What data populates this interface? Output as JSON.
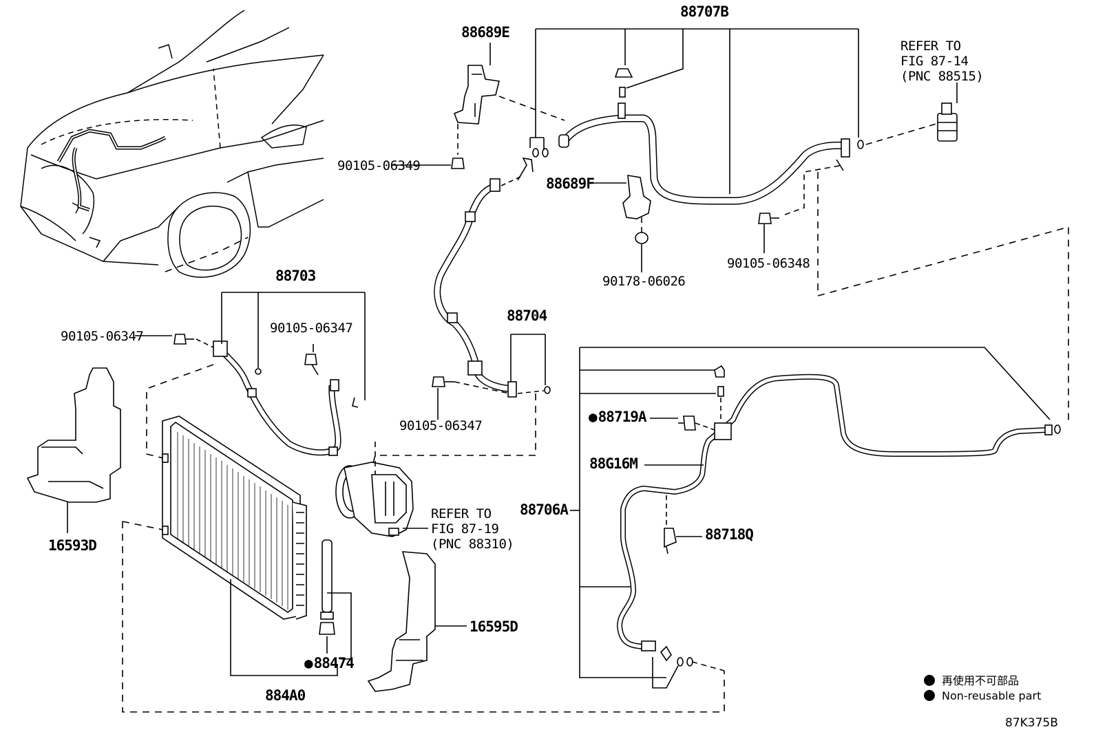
{
  "diagram_code": "87K375B",
  "parts": {
    "p88707B": "88707B",
    "p88689E": "88689E",
    "p90105_06349": "90105-06349",
    "p88689F": "88689F",
    "p90178_06026": "90178-06026",
    "p90105_06348": "90105-06348",
    "p88703": "88703",
    "p90105_06347_a": "90105-06347",
    "p90105_06347_b": "90105-06347",
    "p88704": "88704",
    "p90105_06347_c": "90105-06347",
    "p16593D": "16593D",
    "p16595D": "16595D",
    "p884A0": "884A0",
    "p88474": "88474",
    "p88719A": "88719A",
    "p88G16M": "88G16M",
    "p88706A": "88706A",
    "p88718Q": "88718Q"
  },
  "references": {
    "ref1": [
      "REFER TO",
      "FIG 87-14",
      "(PNC 88515)"
    ],
    "ref2": [
      "REFER TO",
      "FIG 87-19",
      "(PNC 88310)"
    ]
  },
  "legend": {
    "jp": "再使用不可部品",
    "en": "Non-reusable part"
  }
}
